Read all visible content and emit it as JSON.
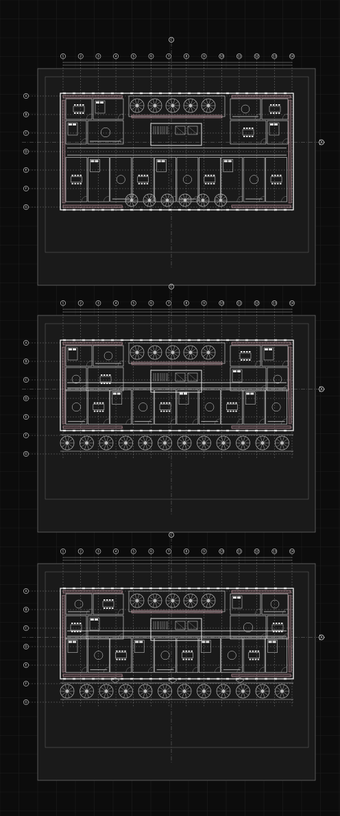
{
  "drawing": {
    "background_color": "#0c0c0c",
    "grid_color": "#1f1f1f",
    "sheet_color": "#1a1a1a",
    "sheet_border_color": "#6b6b6b",
    "line_color": "#e6e6e6",
    "dim_color": "#a0a0a0",
    "tree_color": "#bdbdbd",
    "hatch_color": "#d9a6b0"
  },
  "grid_axes": {
    "columns": [
      "1",
      "2",
      "3",
      "4",
      "5",
      "6",
      "7",
      "8",
      "9",
      "10",
      "11",
      "12",
      "13",
      "14"
    ],
    "rows": [
      "A",
      "B",
      "C",
      "D",
      "E",
      "F",
      "G"
    ]
  },
  "section_markers": {
    "top": "C",
    "side": "A"
  },
  "floor_plans": [
    {
      "name": "plan-1"
    },
    {
      "name": "plan-2"
    },
    {
      "name": "plan-3"
    }
  ]
}
